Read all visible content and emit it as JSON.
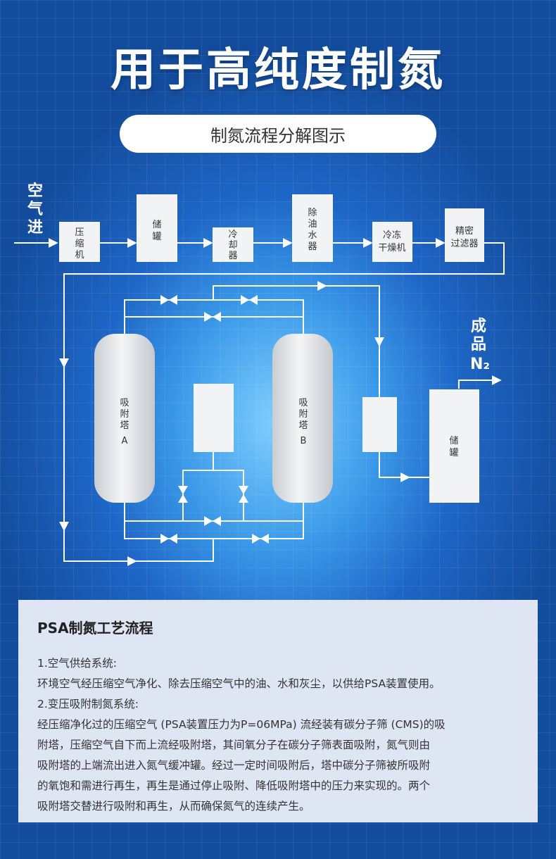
{
  "title": "用于高纯度制氮",
  "subtitle": "制氮流程分解图示",
  "diagram": {
    "air_in": "空气进",
    "product": [
      "成",
      "品"
    ],
    "product_gas": "N₂",
    "boxes": {
      "compressor": [
        "压",
        "缩",
        "机"
      ],
      "tank1": [
        "储",
        "罐"
      ],
      "cooler": [
        "冷",
        "却",
        "器"
      ],
      "oil_water": [
        "除",
        "油",
        "水",
        "器"
      ],
      "dryer": [
        "冷冻",
        "干燥机"
      ],
      "filter": [
        "精密",
        "过滤器"
      ],
      "tower_a": [
        "吸",
        "附",
        "塔",
        "A"
      ],
      "tower_b": [
        "吸",
        "附",
        "塔",
        "B"
      ],
      "tank2": [
        "储",
        "罐"
      ]
    }
  },
  "panel": {
    "title": "PSA制氮工艺流程",
    "h1": "1.空气供给系统:",
    "p1": "环境空气经压缩空气净化、除去压缩空气中的油、水和灰尘，以供给PSA装置使用。",
    "h2": "2.变压吸附制氮系统:",
    "p2_lines": [
      "经压缩净化过的压缩空气 (PSA装置压力为P=06MPa) 流经装有碳分子筛 (CMS)的吸",
      "附塔，压缩空气自下而上流经吸附塔，其间氧分子在碳分子筛表面吸附，氮气则由",
      "吸附塔的上端流出进入氮气缓冲罐。经过一定时间吸附后，塔中碳分子筛被所吸附",
      "的氧饱和需进行再生，再生是通过停止吸附、降低吸附塔中的压力来实现的。两个",
      "吸附塔交替进行吸附和再生，从而确保氮气的连续产生。"
    ]
  }
}
